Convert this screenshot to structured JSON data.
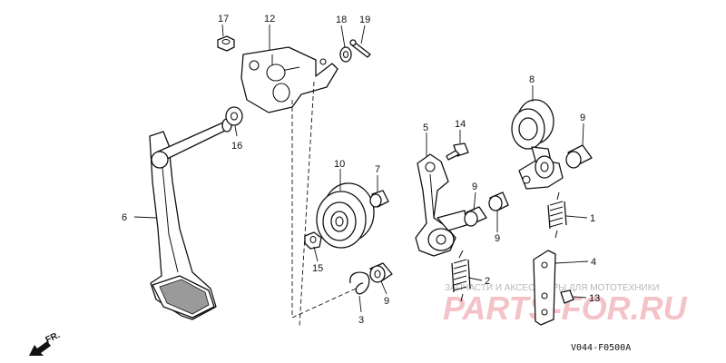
{
  "callouts": {
    "c1": "1",
    "c2": "2",
    "c3": "3",
    "c4": "4",
    "c5": "5",
    "c6": "6",
    "c7": "7",
    "c8": "8",
    "c9a": "9",
    "c9b": "9",
    "c9c": "9",
    "c9d": "9",
    "c10": "10",
    "c12": "12",
    "c13": "13",
    "c14": "14",
    "c15": "15",
    "c16": "16",
    "c17": "17",
    "c18": "18",
    "c19": "19"
  },
  "direction_label": "FR.",
  "diagram_code": "V044-F0500A",
  "watermark": {
    "tagline": "ЗАПЧАСТИ И АКСЕССУАРЫ ДЛЯ МОТОТЕХНИКИ",
    "brand": "PARTS-FOR.RU"
  }
}
